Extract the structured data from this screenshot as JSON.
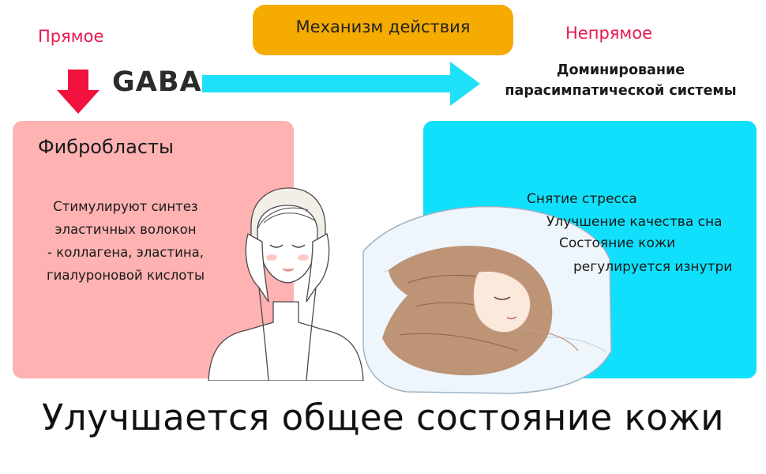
{
  "header": {
    "direct_label": "Прямое",
    "mechanism_label": "Механизм действия",
    "indirect_label": "Непрямое",
    "gaba_label": "GABA",
    "parasympathetic_line1": "Доминирование",
    "parasympathetic_line2": "парасимпатической системы"
  },
  "left_panel": {
    "title": "Фибробласты",
    "lines": [
      "Стимулируют синтез",
      "эластичных волокон",
      "- коллагена, эластина,",
      "гиалуроновой кислоты"
    ]
  },
  "right_panel": {
    "benefits": [
      "Снятие стресса",
      "Улучшение качества сна",
      "Состояние кожи",
      "регулируется изнутри"
    ]
  },
  "footer": {
    "title": "Улучшается общее состояние кожи"
  },
  "colors": {
    "accent_red": "#e8194e",
    "pill_orange": "#f5ab00",
    "arrow_cyan": "#1ee0f8",
    "left_panel_pink": "#ffb2b2",
    "right_panel_cyan": "#10e0fb"
  },
  "icons": {
    "direct_arrow": "down-arrow-icon",
    "indirect_arrow": "right-arrow-icon"
  }
}
